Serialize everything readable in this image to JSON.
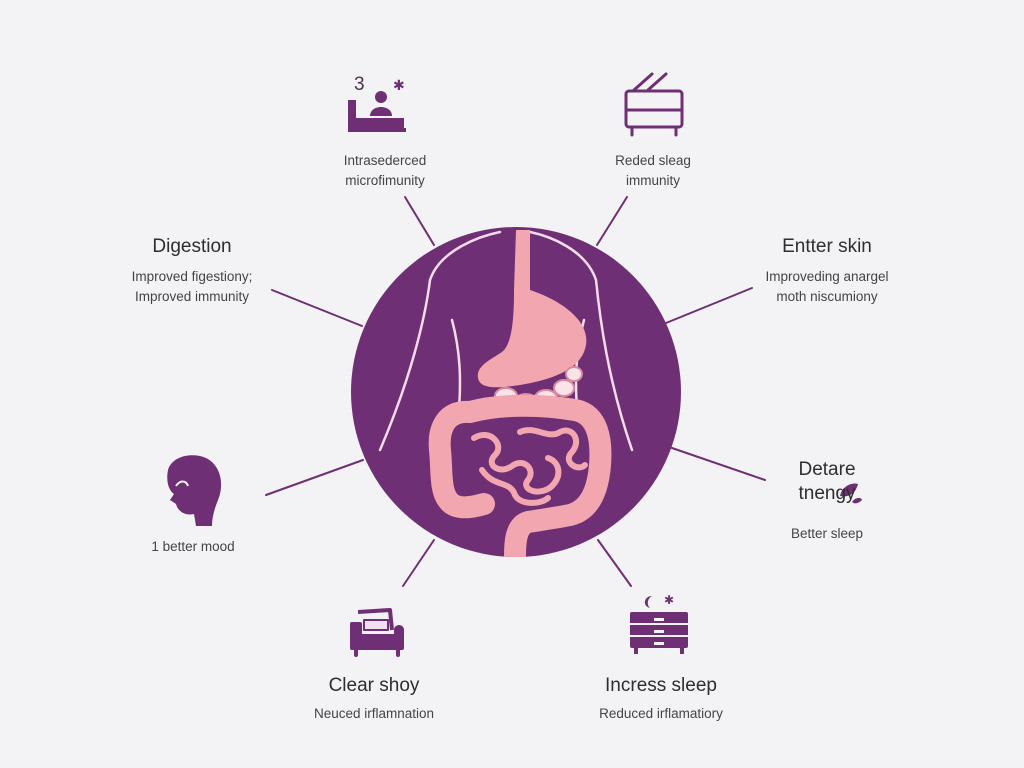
{
  "colors": {
    "background": "#f3f3f5",
    "circle": "#6f2f74",
    "organ": "#f2a6b0",
    "outline": "#f6dcea",
    "icon": "#6f2f74",
    "line": "#6f2f74"
  },
  "top_left": {
    "badge_number": "3",
    "badge_symbol": "✱",
    "icon": "person-at-desk-icon",
    "line1": "Intrasederced",
    "line2": "microfimunity"
  },
  "top_right": {
    "icon": "bed-icon",
    "line1": "Reded sleag",
    "line2": "immunity"
  },
  "left_upper": {
    "title": "Digestion",
    "line1": "Improved figestiony;",
    "line2": "Improved immunity"
  },
  "right_upper": {
    "title": "Entter skin",
    "line1": "Improveding anargel",
    "line2": "moth niscumiony"
  },
  "left_lower": {
    "icon": "head-profile-icon",
    "caption": "1 better mood"
  },
  "right_lower": {
    "icon": "leaf-icon",
    "title_line1": "Detare",
    "title_line2": "tnengy",
    "caption": "Better sleep"
  },
  "bottom_left": {
    "icon": "armchair-icon",
    "title": "Clear shoy",
    "caption": "Neuced irflamnation"
  },
  "bottom_right": {
    "icon": "dresser-moon-icon",
    "title": "Incress sleep",
    "caption": "Reduced irflamatiory"
  }
}
